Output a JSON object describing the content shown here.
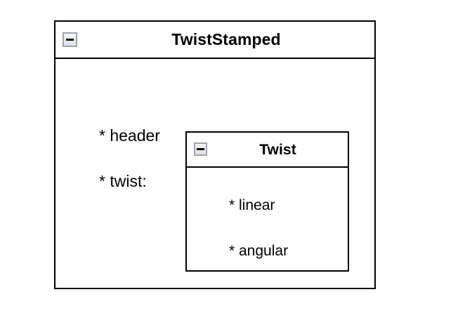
{
  "diagram": {
    "kind": "nested-message-structure",
    "background_color": "#ffffff",
    "border_color": "#000000",
    "text_color": "#000000",
    "icon_border_color": "#9da2b3",
    "icon_fill_color": "#eeeef0"
  },
  "root": {
    "title": "TwistStamped",
    "collapse_icon": "minus-icon",
    "fields": [
      {
        "label": "* header"
      },
      {
        "label": "* twist:"
      }
    ],
    "nested": {
      "title": "Twist",
      "collapse_icon": "minus-icon",
      "fields": [
        {
          "label": "* linear"
        },
        {
          "label": "* angular"
        }
      ]
    }
  }
}
